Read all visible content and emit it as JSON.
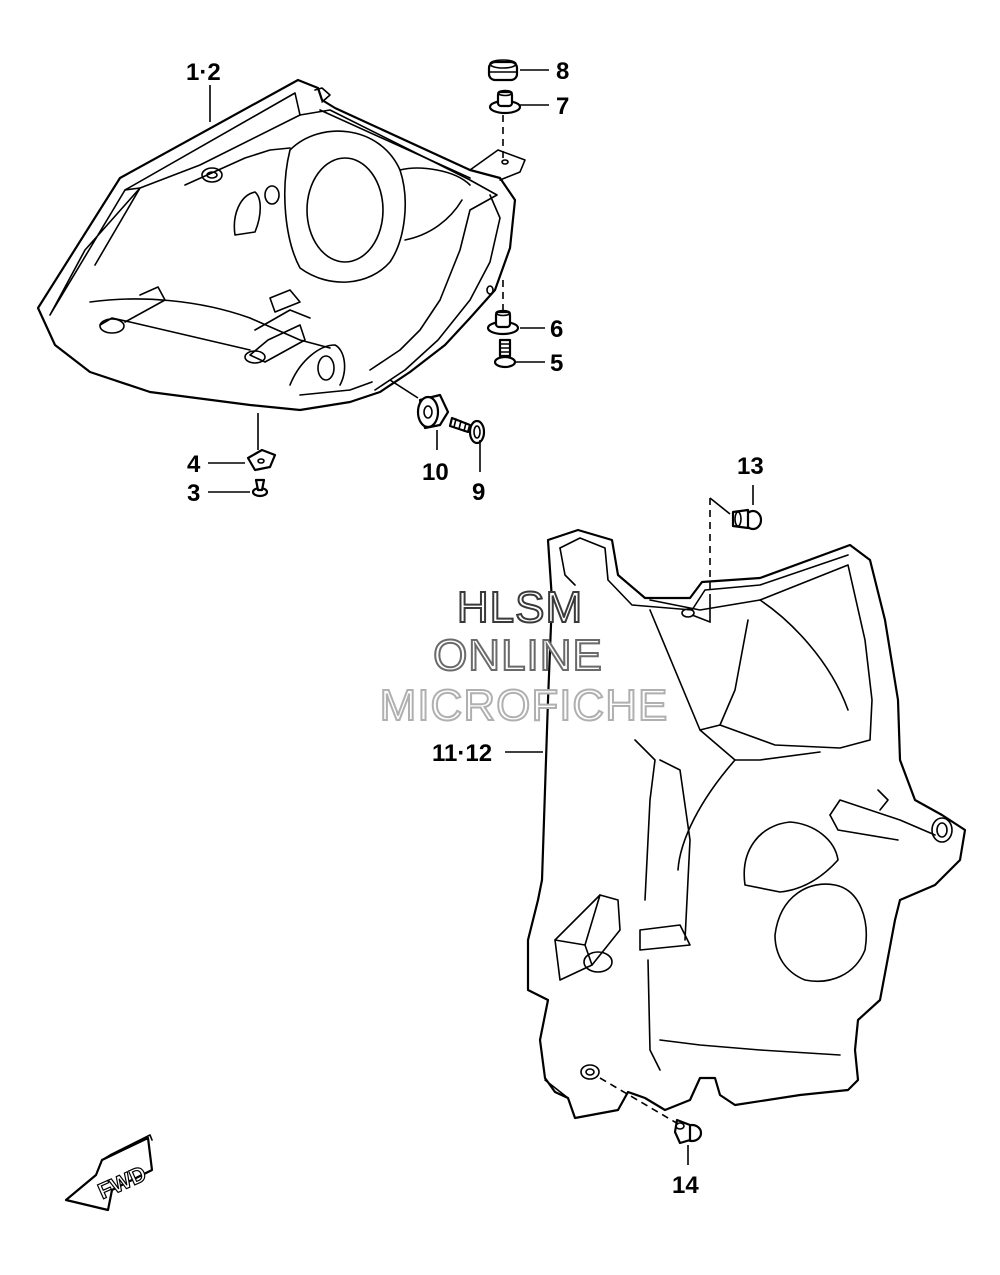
{
  "callouts": {
    "p1_2": "1·2",
    "p3": "3",
    "p4": "4",
    "p5": "5",
    "p6": "6",
    "p7": "7",
    "p8": "8",
    "p9": "9",
    "p10": "10",
    "p11_12": "11·12",
    "p13": "13",
    "p14": "14"
  },
  "watermark": {
    "line1": "HLSM",
    "line2": "ONLINE",
    "line3": "MICROFICHE",
    "color_line1": "#3a3a3a",
    "color_line2": "#6a6a6a",
    "color_line3": "#b0b0b0"
  },
  "direction_arrow": {
    "label": "FWD",
    "icon": "fwd-arrow-icon"
  }
}
